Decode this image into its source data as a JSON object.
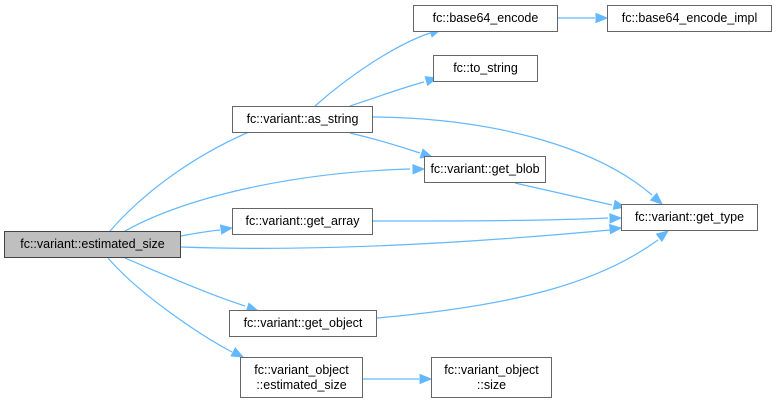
{
  "graph": {
    "root": "fc::variant::estimated_size",
    "nodes": [
      {
        "id": "root",
        "label": "fc::variant::estimated_size",
        "kind": "root"
      },
      {
        "id": "as_string",
        "label": "fc::variant::as_string"
      },
      {
        "id": "get_array",
        "label": "fc::variant::get_array"
      },
      {
        "id": "get_object",
        "label": "fc::variant::get_object"
      },
      {
        "id": "vo_est",
        "label": "fc::variant_object\n::estimated_size"
      },
      {
        "id": "b64",
        "label": "fc::base64_encode"
      },
      {
        "id": "b64impl",
        "label": "fc::base64_encode_impl"
      },
      {
        "id": "to_string",
        "label": "fc::to_string"
      },
      {
        "id": "get_blob",
        "label": "fc::variant::get_blob"
      },
      {
        "id": "get_type",
        "label": "fc::variant::get_type"
      },
      {
        "id": "vo_size",
        "label": "fc::variant_object\n::size"
      }
    ],
    "edges": [
      [
        "root",
        "as_string"
      ],
      [
        "root",
        "get_blob"
      ],
      [
        "root",
        "get_array"
      ],
      [
        "root",
        "get_type"
      ],
      [
        "root",
        "get_object"
      ],
      [
        "root",
        "vo_est"
      ],
      [
        "as_string",
        "b64"
      ],
      [
        "as_string",
        "to_string"
      ],
      [
        "as_string",
        "get_blob"
      ],
      [
        "as_string",
        "get_type"
      ],
      [
        "b64",
        "b64impl"
      ],
      [
        "get_blob",
        "get_type"
      ],
      [
        "get_array",
        "get_type"
      ],
      [
        "get_object",
        "get_type"
      ],
      [
        "vo_est",
        "vo_size"
      ]
    ],
    "colors": {
      "edge": "#63b8ff",
      "border": "#666666",
      "root_fill": "#bfbfbf"
    }
  }
}
